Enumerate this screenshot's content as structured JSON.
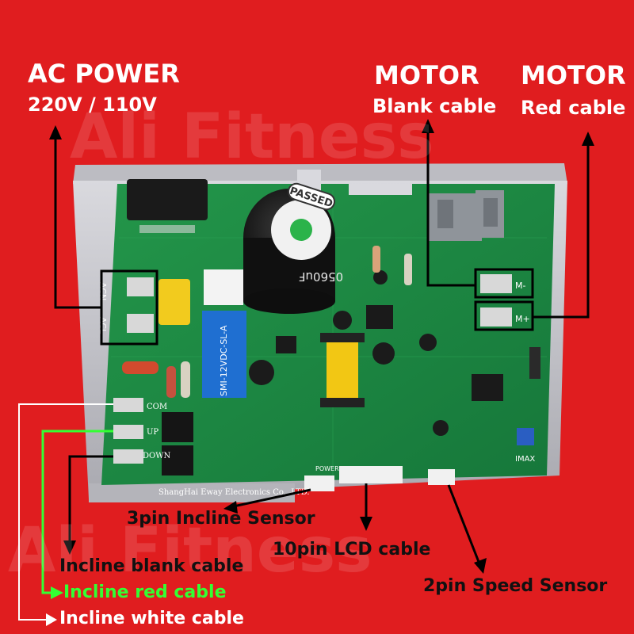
{
  "labels": {
    "ac_power": "AC POWER",
    "ac_voltage": "220V / 110V",
    "motor_left": "MOTOR",
    "motor_left_cable": "Blank cable",
    "motor_right": "MOTOR",
    "motor_right_cable": "Red cable",
    "incline_sensor": "3pin Incline Sensor",
    "lcd_cable": "10pin LCD cable",
    "speed_sensor": "2pin Speed Sensor",
    "incline_blank": "Incline blank cable",
    "incline_red": "Incline red cable",
    "incline_white": "Incline white cable"
  },
  "watermark": {
    "text_top": "Ali Fitness",
    "text_bottom": "Ali Fitness"
  },
  "board": {
    "capacitor_label": "PASSED",
    "capacitor_rating": "0560uF",
    "relay_label": "SMI-12VDC-SL-A",
    "terminal_acn": "ACN",
    "terminal_acl": "ACL",
    "terminal_com": "COM",
    "terminal_up": "UP",
    "terminal_down": "DOWN",
    "terminal_m_minus": "M-",
    "terminal_m_plus": "M+",
    "power_label": "POWER",
    "imax_label": "IMAX",
    "maker_text": "ShangHai Eway Electronics Co., LTD."
  },
  "colors": {
    "background": "#e01d1f",
    "pcb": "#1d8a3c",
    "heatsink": "#cfcfd4",
    "label_white": "#ffffff",
    "label_dark": "#111111",
    "label_green": "#33ff33"
  }
}
